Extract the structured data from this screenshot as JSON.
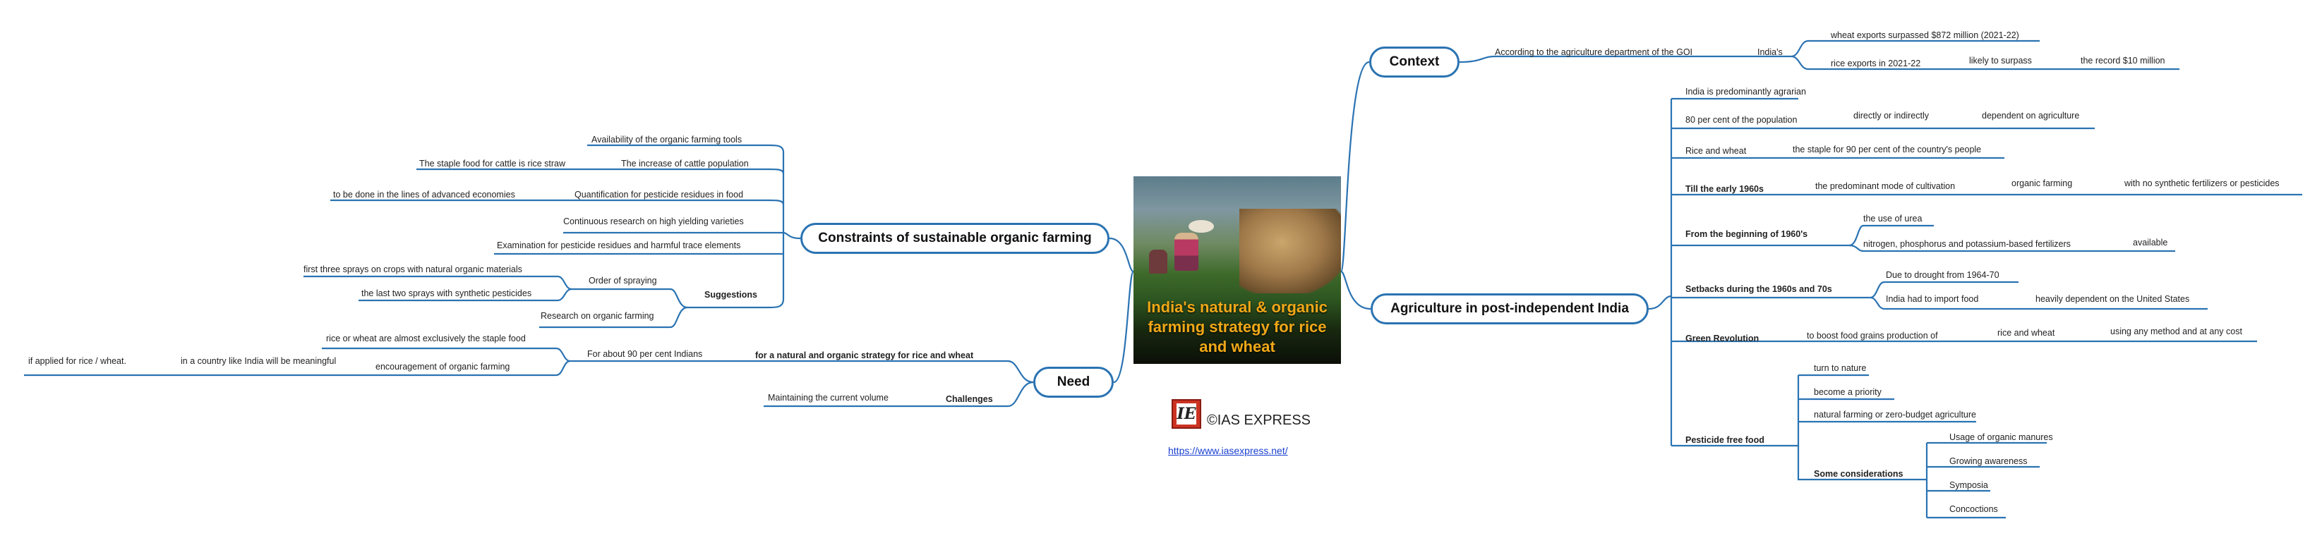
{
  "center": {
    "title": "India's natural & organic farming strategy for rice and wheat"
  },
  "brand": {
    "name": "©IAS EXPRESS",
    "url": "https://www.iasexpress.net/",
    "logo_letters": "IE"
  },
  "colors": {
    "line": "#2a73b2",
    "underline": "#2a73b2",
    "title_text": "#f0a818"
  },
  "branches": {
    "context": {
      "label": "Context",
      "l1": "According to the agriculture department of the GOI",
      "l2": "India's",
      "l3a": "wheat exports surpassed $872 million (2021-22)",
      "l3b": "rice exports in 2021-22",
      "l4": "likely to surpass",
      "l5": "the record $10 million"
    },
    "agri": {
      "label": "Agriculture in post-independent India",
      "c1": "India is predominantly agrarian",
      "c2": "80 per cent of the population",
      "c2a": "directly or indirectly",
      "c2b": "dependent on agriculture",
      "c3": "Rice and wheat",
      "c3a": "the staple for 90 per cent of the country's people",
      "c4": "Till the early 1960s",
      "c4a": "the predominant mode of cultivation",
      "c4b": "organic farming",
      "c4c": "with no synthetic fertilizers or pesticides",
      "c5": "From the beginning of 1960's",
      "c5a": "the use of urea",
      "c5b": "nitrogen, phosphorus and potassium-based fertilizers",
      "c5c": "available",
      "c6": "Setbacks during the 1960s and 70s",
      "c6a": "Due to drought from 1964-70",
      "c6b": "India had to import food",
      "c6c": "heavily dependent on the United States",
      "c7": "Green Revolution",
      "c7a": "to boost food grains production of",
      "c7b": "rice and wheat",
      "c7c": "using any method and at any cost",
      "c8": "Pesticide free food",
      "c8a": "turn to nature",
      "c8b": "become a priority",
      "c8c": "natural farming or zero-budget agriculture",
      "c8d": "Some considerations",
      "c8d1": "Usage of organic manures",
      "c8d2": "Growing awareness",
      "c8d3": "Symposia",
      "c8d4": "Concoctions"
    },
    "constraints": {
      "label": "Constraints of sustainable organic farming",
      "k1": "Availability of the organic farming tools",
      "k2": "The increase of cattle population",
      "k2a": "The staple food for cattle is rice straw",
      "k3": "Quantification for pesticide residues in food",
      "k3a": "to be done in the lines of advanced economies",
      "k4": "Continuous research on high yielding varieties",
      "k5": "Examination for pesticide residues and harmful trace elements",
      "k6": "Suggestions",
      "k6a": "Order of spraying",
      "k6a1": "first three sprays on crops with natural organic materials",
      "k6a2": "the last two sprays with synthetic pesticides",
      "k6b": "Research on organic farming"
    },
    "need": {
      "label": "Need",
      "n1": "for a natural and organic strategy for rice and wheat",
      "n1a": "For about 90 per cent Indians",
      "n1a1": "rice or wheat are almost exclusively the staple food",
      "n1a2": "encouragement of organic farming",
      "n1a2a": "in a country like India will be meaningful",
      "n1a2b": "if applied for rice / wheat.",
      "n2": "Challenges",
      "n2a": "Maintaining the current volume"
    }
  }
}
